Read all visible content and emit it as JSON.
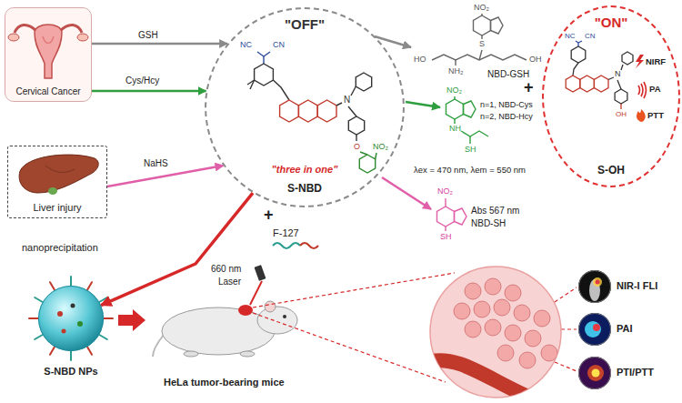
{
  "diagram": {
    "nodes": [
      {
        "text": [
          "Cervical Cancer"
        ]
      },
      {
        "text": [
          "\"OFF\"",
          "\"three in one\"",
          "S-NBD"
        ]
      },
      {
        "text": [
          "\"ON\"",
          "S-OH"
        ]
      },
      {
        "text": [
          "Liver injury"
        ]
      },
      {
        "text": [
          "S-NBD NPs"
        ]
      },
      {
        "text": [
          "NIR-I FLI"
        ]
      },
      {
        "text": [
          "PAI"
        ]
      },
      {
        "text": [
          "PTI/PTT"
        ]
      }
    ],
    "edges": [
      {
        "from": 0,
        "to": 1,
        "label": "GSH",
        "arrow": "to"
      },
      {
        "from": 0,
        "to": 1,
        "label": "Cys/Hcy",
        "arrow": "to"
      },
      {
        "from": 3,
        "to": 1,
        "label": "NaHS",
        "arrow": "to"
      },
      {
        "from": 1,
        "to": 4,
        "label": "nanoprecipitation",
        "arrow": "to"
      }
    ],
    "labels": [
      "NC",
      "CN",
      "N",
      "O",
      "NO₂",
      "NO₂",
      "S",
      "HO",
      "NH₂",
      "OH",
      "NBD-GSH",
      "NO₂",
      "NH",
      "SH",
      "n=1, NBD-Cys",
      "n=2, NBD-Hcy",
      "λex = 470 nm, λem = 550 nm",
      "+",
      "NC",
      "CN",
      "N",
      "OH",
      "NIRF",
      "PA",
      "PTT",
      "NO₂",
      "SH",
      "Abs 567 nm",
      "NBD-SH",
      "+",
      "F-127",
      "660 nm",
      "Laser",
      "HeLa tumor-bearing mice"
    ]
  }
}
